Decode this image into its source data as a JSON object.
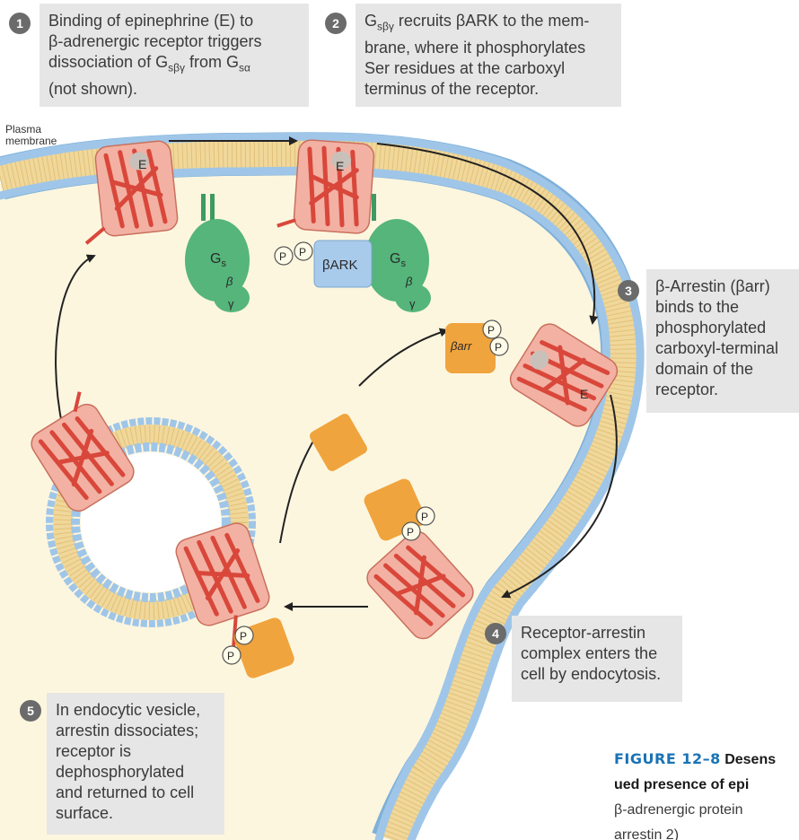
{
  "membrane_label": [
    "Plasma",
    "membrane"
  ],
  "steps": [
    {
      "n": "1",
      "lines": [
        "Binding of epinephrine (E) to",
        "β-adrenergic receptor triggers",
        "dissociation of G_{sβγ} from G_{sα}",
        "(not shown)."
      ]
    },
    {
      "n": "2",
      "lines": [
        "G_{sβγ} recruits βARK to the mem-",
        "brane, where it phosphorylates",
        "Ser residues at the carboxyl",
        "terminus of the receptor."
      ]
    },
    {
      "n": "3",
      "lines": [
        "β-Arrestin (βarr)",
        "binds to the",
        "phosphorylated",
        "carboxyl-terminal",
        "domain of the",
        "receptor."
      ]
    },
    {
      "n": "4",
      "lines": [
        "Receptor-arrestin",
        "complex enters the",
        "cell by endocytosis."
      ]
    },
    {
      "n": "5",
      "lines": [
        "In endocytic vesicle,",
        "arrestin dissociates;",
        "receptor is",
        "dephosphorylated",
        "and returned to cell",
        "surface."
      ]
    }
  ],
  "labels": {
    "ligand": "E",
    "phosphate": "P",
    "gs": "G",
    "gs_sub": "s",
    "beta": "β",
    "gamma": "γ",
    "bark": "βARK",
    "barr": "βarr"
  },
  "caption": {
    "fig": "FIGURE 12–8",
    "title_1": "Desens",
    "title_2": "ued presence of epi",
    "line3": "β-adrenergic protein",
    "line4": "arrestin 2)"
  },
  "colors": {
    "background": "#fdf6df",
    "membrane_core": "#f0d79a",
    "head_group": "#bcd8ee",
    "receptor": "#d9473b",
    "receptor_box": "#f2b1a3",
    "g_protein": "#55b57a",
    "bark": "#a9cbeb",
    "arrestin": "#f0a43d",
    "callout": "#e6e6e6",
    "badge": "#6b6b6b",
    "caption_fig": "#1a73b5"
  }
}
